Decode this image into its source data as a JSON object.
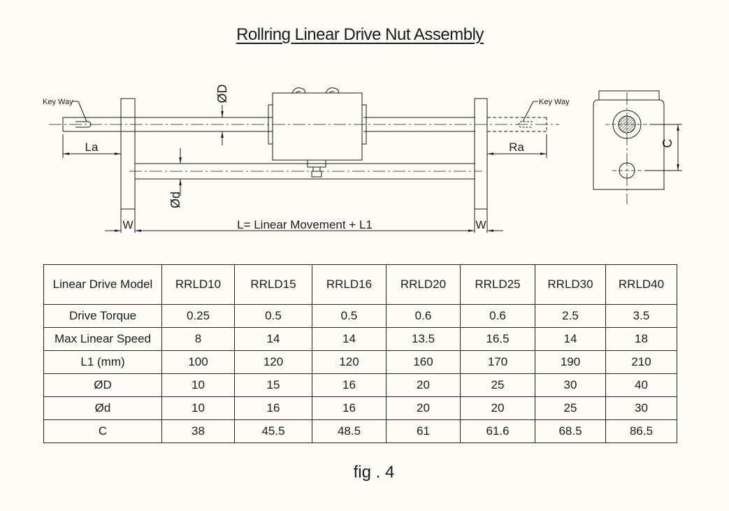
{
  "title": "Rollring Linear Drive Nut Assembly",
  "labels": {
    "keyway_left": "Key Way",
    "keyway_right": "Key Way",
    "dia_D": "ØD",
    "dia_d": "Ød",
    "La": "La",
    "Ra": "Ra",
    "W_left": "W",
    "W_right": "W",
    "L": "L= Linear Movement + L1",
    "C": "C"
  },
  "table": {
    "header": [
      "Linear Drive Model",
      "RRLD10",
      "RRLD15",
      "RRLD16",
      "RRLD20",
      "RRLD25",
      "RRLD30",
      "RRLD40"
    ],
    "rows": [
      [
        "Drive Torque",
        "0.25",
        "0.5",
        "0.5",
        "0.6",
        "0.6",
        "2.5",
        "3.5"
      ],
      [
        "Max Linear Speed",
        "8",
        "14",
        "14",
        "13.5",
        "16.5",
        "14",
        "18"
      ],
      [
        "L1 (mm)",
        "100",
        "120",
        "120",
        "160",
        "170",
        "190",
        "210"
      ],
      [
        "ØD",
        "10",
        "15",
        "16",
        "20",
        "25",
        "30",
        "40"
      ],
      [
        "Ød",
        "10",
        "16",
        "16",
        "20",
        "20",
        "25",
        "30"
      ],
      [
        "C",
        "38",
        "45.5",
        "48.5",
        "61",
        "61.6",
        "68.5",
        "86.5"
      ]
    ]
  },
  "caption": "fig . 4"
}
